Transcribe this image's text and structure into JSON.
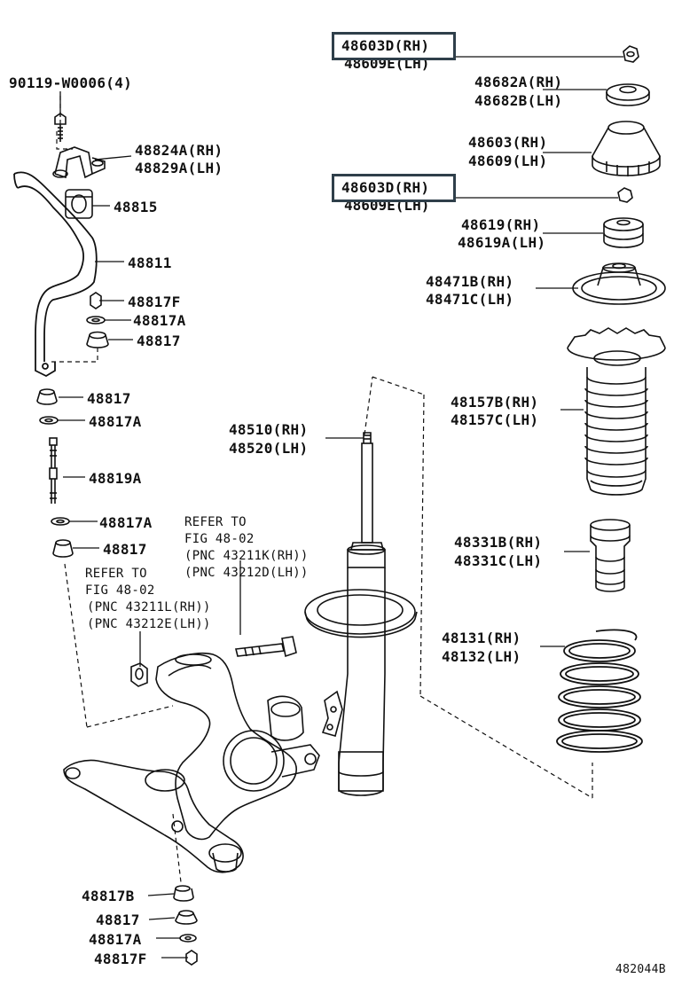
{
  "labels": {
    "p48603d_top": "48603D(RH)",
    "p48609e_top": "48609E(LH)",
    "p48682a": "48682A(RH)",
    "p48682b": "48682B(LH)",
    "p48603": "48603(RH)",
    "p48609": "48609(LH)",
    "p48603d_mid": "48603D(RH)",
    "p48609e_mid": "48609E(LH)",
    "p48619": "48619(RH)",
    "p48619a": "48619A(LH)",
    "p48471b": "48471B(RH)",
    "p48471c": "48471C(LH)",
    "p48157b": "48157B(RH)",
    "p48157c": "48157C(LH)",
    "p48331b": "48331B(RH)",
    "p48331c": "48331C(LH)",
    "p48131": "48131(RH)",
    "p48132": "48132(LH)",
    "p48510": "48510(RH)",
    "p48520": "48520(LH)",
    "p90119": "90119-W0006(4)",
    "p48824a": "48824A(RH)",
    "p48829a": "48829A(LH)",
    "p48815": "48815",
    "p48811": "48811",
    "p48817f_1": "48817F",
    "p48817a_1": "48817A",
    "p48817_1": "48817",
    "p48817_2": "48817",
    "p48817a_2": "48817A",
    "p48819a": "48819A",
    "p48817a_3": "48817A",
    "p48817_3": "48817",
    "ref1_l1": "REFER TO",
    "ref1_l2": "FIG 48-02",
    "ref1_l3": "(PNC 43211K(RH))",
    "ref1_l4": "(PNC 43212D(LH))",
    "ref2_l1": "REFER TO",
    "ref2_l2": "FIG 48-02",
    "ref2_l3": "(PNC 43211L(RH))",
    "ref2_l4": "(PNC 43212E(LH))",
    "p48817b": "48817B",
    "p48817_4": "48817",
    "p48817a_4": "48817A",
    "p48817f_2": "48817F",
    "figure_id": "482044B"
  },
  "colors": {
    "ink": "#111111",
    "highlight_border": "#2f3f4a"
  }
}
